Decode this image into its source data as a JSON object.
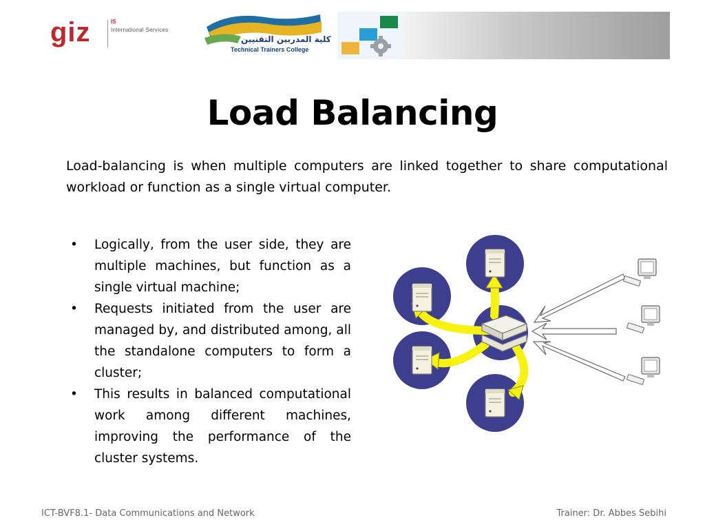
{
  "header": {
    "giz_logo": "giz",
    "giz_is": "IS",
    "giz_services": "International Services",
    "college_arabic": "كلية المدربين التقنيين",
    "college_english": "Technical Trainers College"
  },
  "slide": {
    "title": "Load Balancing",
    "intro": "Load-balancing is when multiple computers are linked together to share computational workload or function as a single virtual computer.",
    "bullets": [
      "Logically, from the user side, they are multiple machines, but function as a single virtual machine;",
      "Requests initiated from the user are managed by, and distributed among, all the standalone computers to form a cluster;",
      "This results in balanced computational work among different machines, improving the performance of the cluster systems."
    ],
    "bullet_char": "•"
  },
  "diagram": {
    "servers": [
      "server-icon",
      "server-icon",
      "server-icon",
      "server-icon"
    ],
    "balancer": "load-balancer-icon",
    "clients": [
      "computer-icon",
      "computer-icon",
      "computer-icon"
    ],
    "colors": {
      "circle": "#3d3f8e",
      "flow_arrow": "#f7f20f",
      "request_arrow": "#ffffff"
    }
  },
  "footer": {
    "left": "ICT-BVF8.1- Data Communications and Network",
    "right": "Trainer: Dr. Abbes  Sebihi"
  }
}
